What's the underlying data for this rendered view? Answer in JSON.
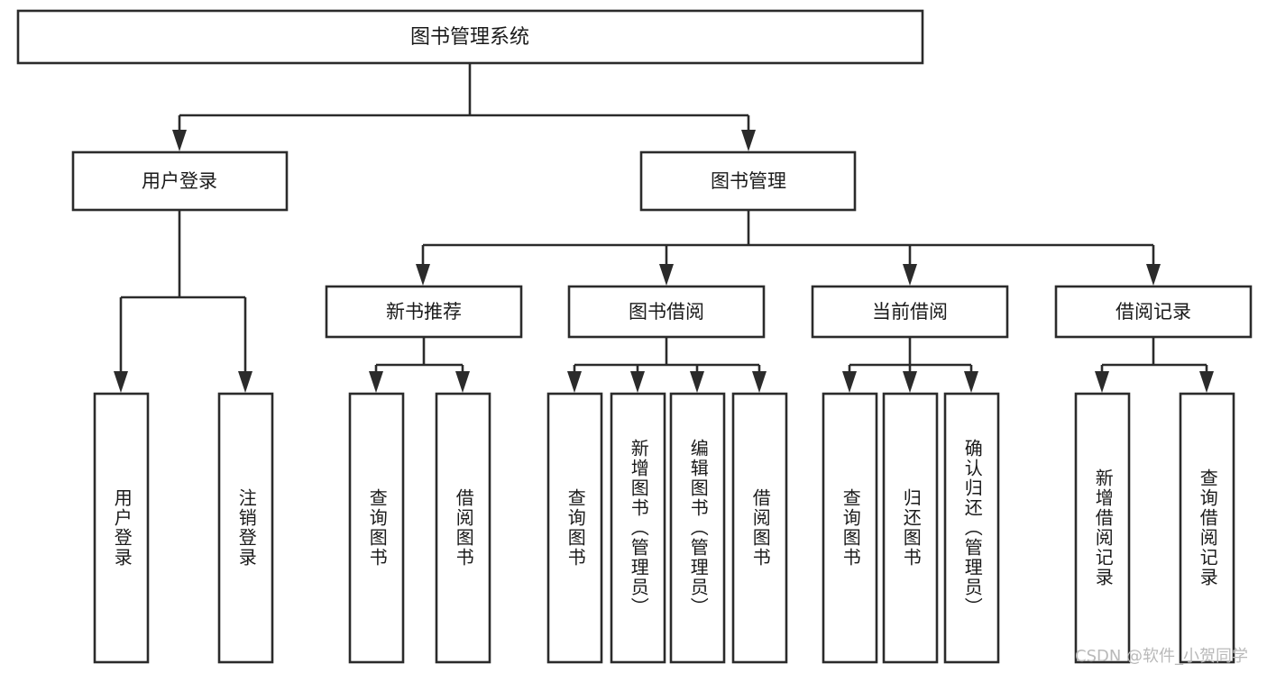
{
  "diagram": {
    "title_node": {
      "id": "root",
      "label": "图书管理系统"
    },
    "level2": [
      {
        "id": "login",
        "label": "用户登录"
      },
      {
        "id": "bookmgmt",
        "label": "图书管理"
      }
    ],
    "level3": [
      {
        "id": "newbook",
        "label": "新书推荐",
        "parent": "bookmgmt"
      },
      {
        "id": "borrow",
        "label": "图书借阅",
        "parent": "bookmgmt"
      },
      {
        "id": "current",
        "label": "当前借阅",
        "parent": "bookmgmt"
      },
      {
        "id": "records",
        "label": "借阅记录",
        "parent": "bookmgmt"
      }
    ],
    "leaves": {
      "login": [
        {
          "id": "leaf-user-login",
          "label": "用户登录"
        },
        {
          "id": "leaf-user-logout",
          "label": "注销登录"
        }
      ],
      "newbook": [
        {
          "id": "leaf-nb-query",
          "label": "查询图书"
        },
        {
          "id": "leaf-nb-borrow",
          "label": "借阅图书"
        }
      ],
      "borrow": [
        {
          "id": "leaf-bw-query",
          "label": "查询图书"
        },
        {
          "id": "leaf-bw-add",
          "label": "新增图书（管理员）"
        },
        {
          "id": "leaf-bw-edit",
          "label": "编辑图书（管理员）"
        },
        {
          "id": "leaf-bw-borrow",
          "label": "借阅图书"
        }
      ],
      "current": [
        {
          "id": "leaf-cur-query",
          "label": "查询图书"
        },
        {
          "id": "leaf-cur-return",
          "label": "归还图书"
        },
        {
          "id": "leaf-cur-confirm",
          "label": "确认归还（管理员）"
        }
      ],
      "records": [
        {
          "id": "leaf-rec-add",
          "label": "新增借阅记录"
        },
        {
          "id": "leaf-rec-query",
          "label": "查询借阅记录"
        }
      ]
    },
    "colors": {
      "stroke": "#2b2b2b",
      "fill": "#ffffff",
      "text": "#1a1a1a",
      "watermark": "#b9b9b9"
    }
  },
  "watermark": {
    "text": "CSDN @软件_小贺同学"
  }
}
